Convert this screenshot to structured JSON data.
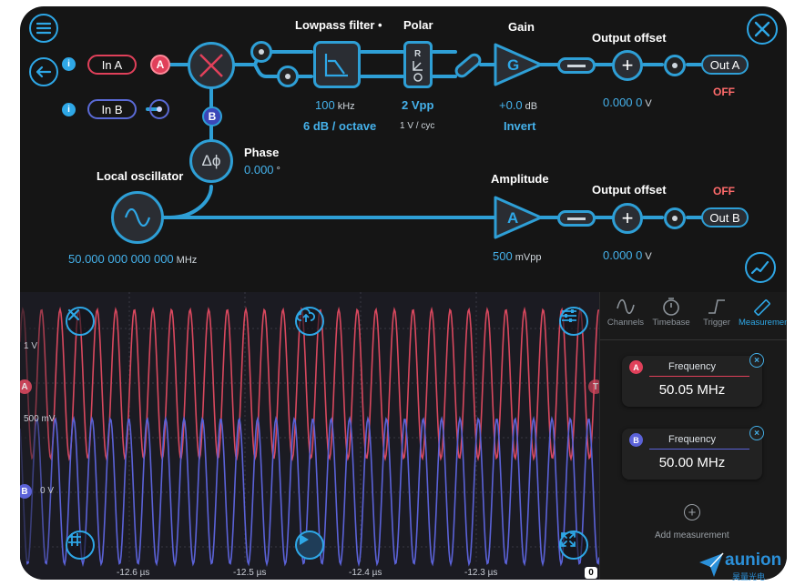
{
  "diagram": {
    "input_a": "In A",
    "input_b": "In B",
    "channel_a": "A",
    "channel_b": "B",
    "lowpass": {
      "title": "Lowpass filter •",
      "freq_value": "100",
      "freq_unit": "kHz",
      "slope": "6 dB / octave"
    },
    "polar": {
      "title": "Polar",
      "range": "2 Vpp",
      "scale": "1 V / cyc"
    },
    "gain": {
      "title": "Gain",
      "symbol": "G",
      "value": "+0.0",
      "unit": "dB",
      "invert": "Invert"
    },
    "output_offset_top": {
      "title": "Output offset",
      "value": "0.000 0",
      "unit": "V"
    },
    "output_offset_bottom": {
      "title": "Output offset",
      "value": "0.000 0",
      "unit": "V"
    },
    "out_a": {
      "label": "Out A",
      "state": "OFF"
    },
    "out_b": {
      "label": "Out B",
      "state": "OFF"
    },
    "phase": {
      "title": "Phase",
      "value": "0.000",
      "unit": "°",
      "symbol": "Δϕ"
    },
    "local_oscillator": {
      "title": "Local oscillator",
      "value": "50.000 000 000 000",
      "unit": "MHz"
    },
    "amplitude": {
      "title": "Amplitude",
      "symbol": "A",
      "value": "500",
      "unit": "mVpp"
    },
    "colors": {
      "accent": "#2ea7e6",
      "channel_a": "#e0405a",
      "channel_b": "#5a6ad6",
      "off": "#ff6b6b"
    }
  },
  "scope": {
    "y_labels": [
      "1 V",
      "500 mV",
      "0 V"
    ],
    "marker_a": "A",
    "marker_b": "B",
    "trigger_marker": "T",
    "x_ticks": [
      "-12.6 µs",
      "-12.5 µs",
      "-12.4 µs",
      "-12.3 µs"
    ],
    "x_end_marker": "0",
    "icons": [
      "close-icon",
      "cloud-upload-icon",
      "sliders-icon",
      "grid-icon",
      "play-icon",
      "fullscreen-icon"
    ]
  },
  "panel": {
    "tabs": [
      {
        "label": "Channels",
        "active": false
      },
      {
        "label": "Timebase",
        "active": false
      },
      {
        "label": "Trigger",
        "active": false
      },
      {
        "label": "Measurements",
        "active": true
      }
    ],
    "measurements": [
      {
        "channel": "A",
        "title": "Frequency",
        "value": "50.05 MHz"
      },
      {
        "channel": "B",
        "title": "Frequency",
        "value": "50.00 MHz"
      }
    ],
    "add_label": "Add measurement"
  },
  "watermark": {
    "brand": "aunion",
    "sub": "昊量光电"
  }
}
